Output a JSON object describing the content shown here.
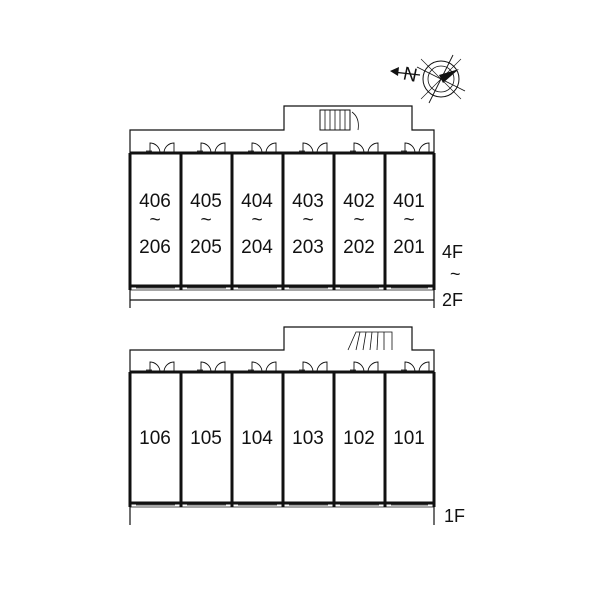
{
  "upper_block": {
    "units": [
      {
        "top": "406",
        "sep": "~",
        "bottom": "206"
      },
      {
        "top": "405",
        "sep": "~",
        "bottom": "205"
      },
      {
        "top": "404",
        "sep": "~",
        "bottom": "204"
      },
      {
        "top": "403",
        "sep": "~",
        "bottom": "203"
      },
      {
        "top": "402",
        "sep": "~",
        "bottom": "202"
      },
      {
        "top": "401",
        "sep": "~",
        "bottom": "201"
      }
    ],
    "floor_label": {
      "top": "4F",
      "sep": "~",
      "bottom": "2F"
    }
  },
  "lower_block": {
    "units": [
      "106",
      "105",
      "104",
      "103",
      "102",
      "101"
    ],
    "floor_label": "1F"
  },
  "compass": {
    "label": "N",
    "icon": "compass-rose-icon"
  }
}
